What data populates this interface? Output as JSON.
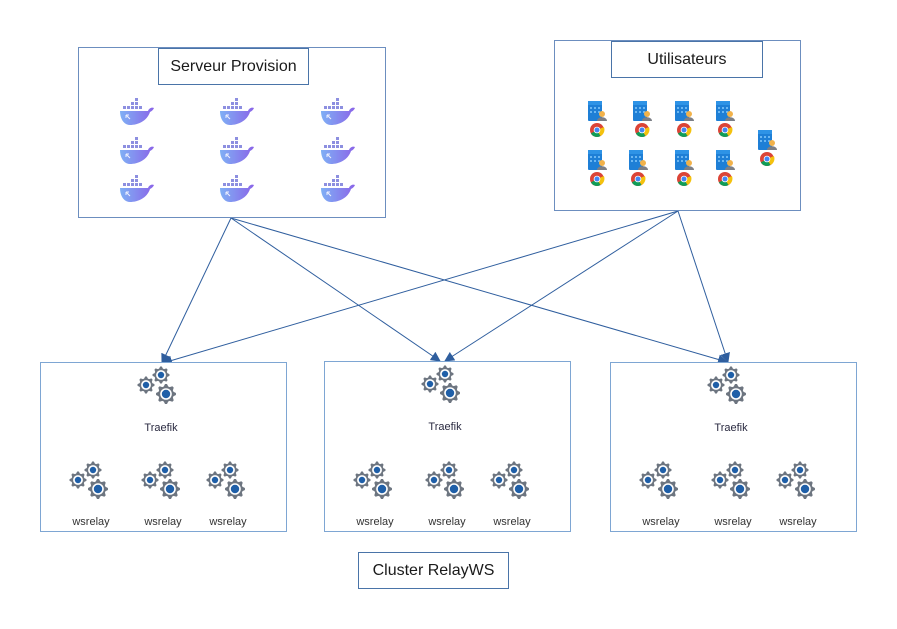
{
  "diagram": {
    "provision": {
      "title": "Serveur Provision",
      "icon": "docker-whale-icon",
      "container_count": 9
    },
    "users": {
      "title": "Utilisateurs",
      "icon": "user-building-chrome-icon",
      "user_count": 9
    },
    "clusters": [
      {
        "balancer_label": "Traefik",
        "relays": [
          "wsrelay",
          "wsrelay",
          "wsrelay"
        ]
      },
      {
        "balancer_label": "Traefik",
        "relays": [
          "wsrelay",
          "wsrelay",
          "wsrelay"
        ]
      },
      {
        "balancer_label": "Traefik",
        "relays": [
          "wsrelay",
          "wsrelay",
          "wsrelay"
        ]
      }
    ],
    "cluster_caption": "Cluster RelayWS",
    "connections": [
      {
        "from": "provision",
        "to": "cluster-1"
      },
      {
        "from": "provision",
        "to": "cluster-2"
      },
      {
        "from": "provision",
        "to": "cluster-3"
      },
      {
        "from": "users",
        "to": "cluster-1"
      },
      {
        "from": "users",
        "to": "cluster-2"
      },
      {
        "from": "users",
        "to": "cluster-3"
      }
    ],
    "colors": {
      "border": "#6c8ebf",
      "line": "#2f5e9e",
      "gear": "#6d7580",
      "gear_core": "#1f5fa8"
    }
  }
}
